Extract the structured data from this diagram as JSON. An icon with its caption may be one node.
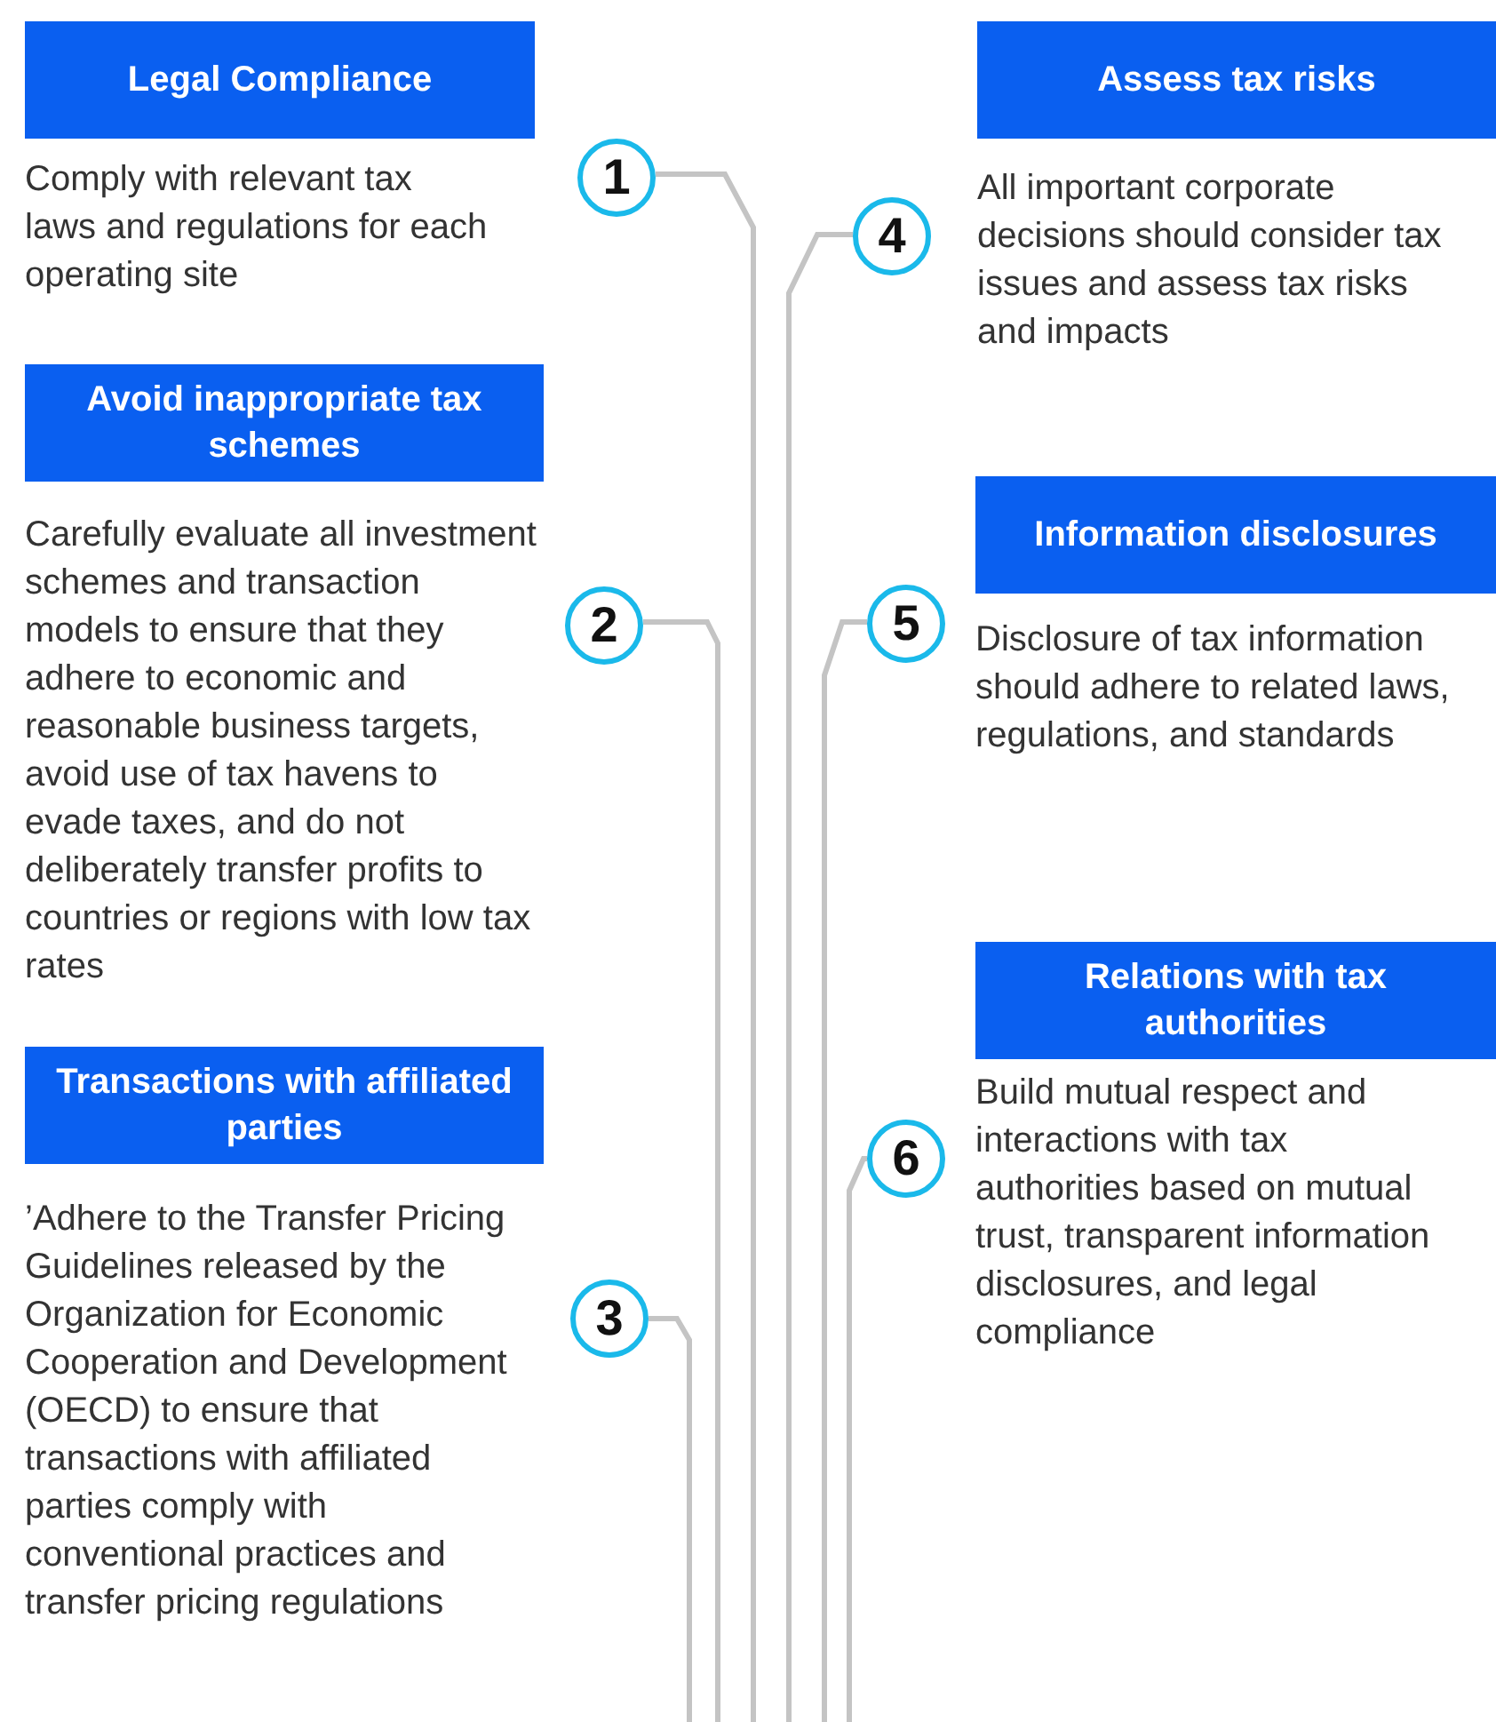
{
  "diagram": {
    "nodes": [
      {
        "text": [
          "Legal Compliance"
        ],
        "beside": [
          "Comply with relevant tax laws and regulations for each operating site"
        ]
      },
      {
        "text": [
          "1"
        ]
      },
      {
        "text": [
          "Avoid inappropriate tax schemes"
        ],
        "beside": [
          "Carefully evaluate all investment schemes and transaction models to ensure that they adhere to economic and reasonable business targets, avoid use of tax havens to evade taxes, and do not deliberately transfer profits to countries or regions with low tax rates"
        ]
      },
      {
        "text": [
          "2"
        ]
      },
      {
        "text": [
          "Transactions with affiliated parties"
        ],
        "beside": [
          "’Adhere to the Transfer Pricing Guidelines released by the Organization for Economic Cooperation and Development (OECD) to ensure that transactions with affiliated parties comply with conventional practices and transfer pricing regulations"
        ]
      },
      {
        "text": [
          "3"
        ]
      },
      {
        "text": [
          "Assess tax risks"
        ],
        "beside": [
          "All important corporate decisions should consider tax issues and assess tax risks and impacts"
        ]
      },
      {
        "text": [
          "4"
        ]
      },
      {
        "text": [
          "Information disclosures"
        ],
        "beside": [
          "Disclosure of tax information should adhere to related laws, regulations, and standards"
        ]
      },
      {
        "text": [
          "5"
        ]
      },
      {
        "text": [
          "Relations with tax authorities"
        ],
        "beside": [
          "Build mutual respect and interactions with tax authorities based on mutual trust, transparent information disclosures, and legal compliance"
        ]
      },
      {
        "text": [
          "6"
        ]
      }
    ],
    "edges": [
      {
        "from": 1,
        "to": null,
        "arrow": "none"
      },
      {
        "from": 3,
        "to": null,
        "arrow": "none"
      },
      {
        "from": 5,
        "to": null,
        "arrow": "none"
      },
      {
        "from": 7,
        "to": null,
        "arrow": "none"
      },
      {
        "from": 9,
        "to": null,
        "arrow": "none"
      },
      {
        "from": 11,
        "to": null,
        "arrow": "none"
      }
    ]
  }
}
